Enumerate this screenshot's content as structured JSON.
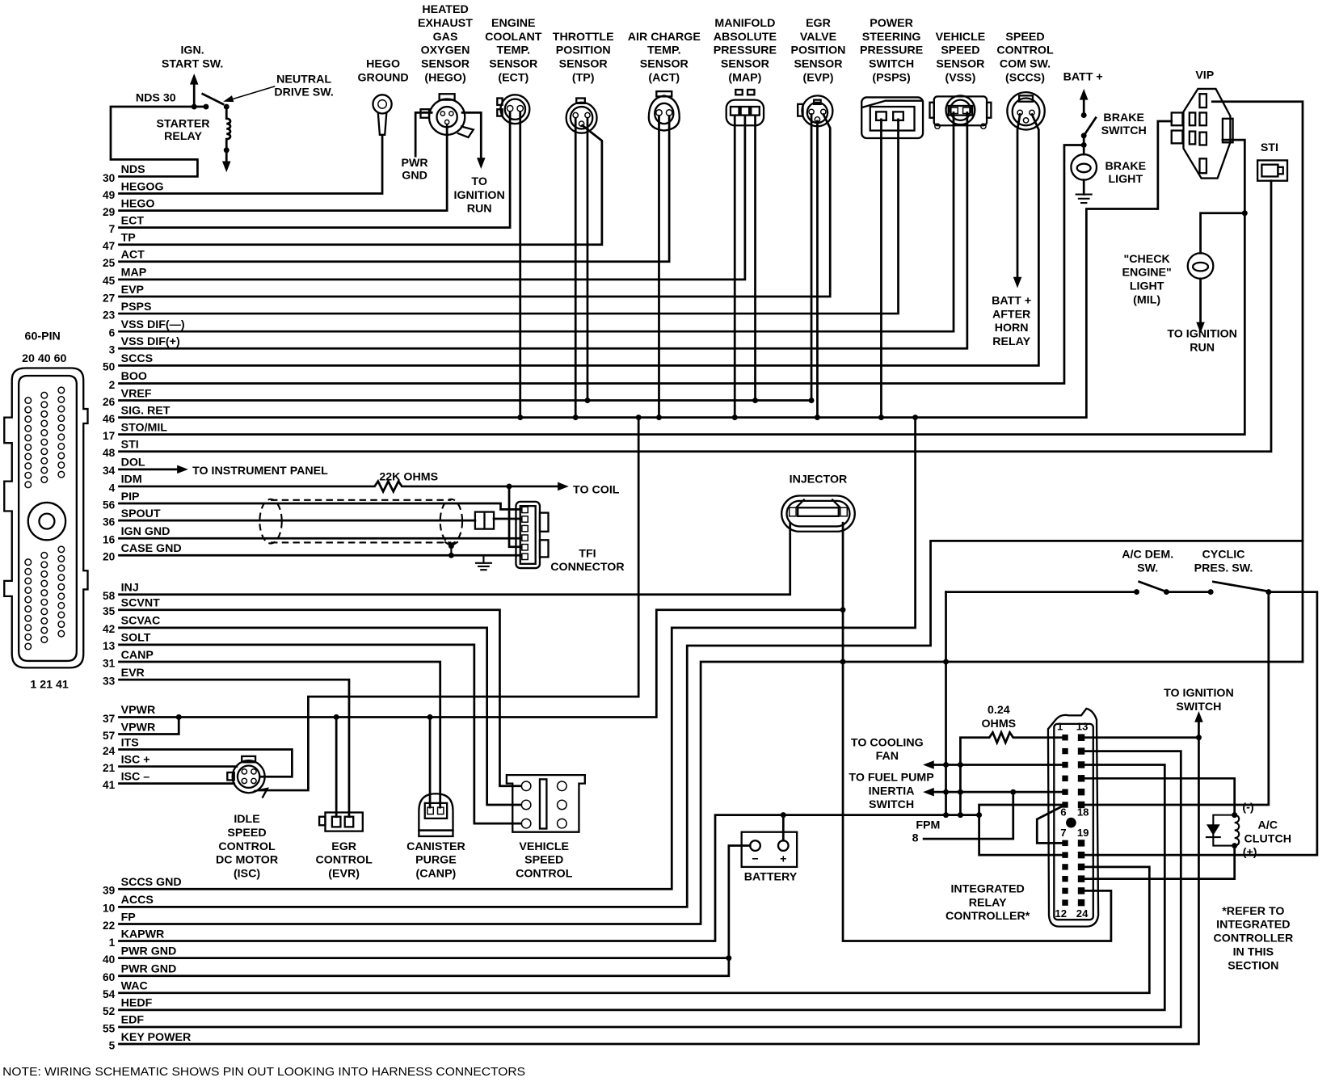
{
  "pins": [
    {
      "pin": "30",
      "name": "NDS"
    },
    {
      "pin": "49",
      "name": "HEGOG"
    },
    {
      "pin": "29",
      "name": "HEGO"
    },
    {
      "pin": "7",
      "name": "ECT"
    },
    {
      "pin": "47",
      "name": "TP"
    },
    {
      "pin": "25",
      "name": "ACT"
    },
    {
      "pin": "45",
      "name": "MAP"
    },
    {
      "pin": "27",
      "name": "EVP"
    },
    {
      "pin": "23",
      "name": "PSPS"
    },
    {
      "pin": "6",
      "name": "VSS DIF(—)"
    },
    {
      "pin": "3",
      "name": "VSS DIF(+)"
    },
    {
      "pin": "50",
      "name": "SCCS"
    },
    {
      "pin": "2",
      "name": "BOO"
    },
    {
      "pin": "26",
      "name": "VREF"
    },
    {
      "pin": "46",
      "name": "SIG. RET"
    },
    {
      "pin": "17",
      "name": "STO/MIL"
    },
    {
      "pin": "48",
      "name": "STI"
    },
    {
      "pin": "34",
      "name": "DOL"
    },
    {
      "pin": "4",
      "name": "IDM"
    },
    {
      "pin": "56",
      "name": "PIP"
    },
    {
      "pin": "36",
      "name": "SPOUT"
    },
    {
      "pin": "16",
      "name": "IGN GND"
    },
    {
      "pin": "20",
      "name": "CASE GND"
    },
    {
      "pin": "58",
      "name": "INJ"
    },
    {
      "pin": "35",
      "name": "SCVNT"
    },
    {
      "pin": "42",
      "name": "SCVAC"
    },
    {
      "pin": "13",
      "name": "SOLT"
    },
    {
      "pin": "31",
      "name": "CANP"
    },
    {
      "pin": "33",
      "name": "EVR"
    },
    {
      "pin": "37",
      "name": "VPWR"
    },
    {
      "pin": "57",
      "name": "VPWR"
    },
    {
      "pin": "24",
      "name": "ITS"
    },
    {
      "pin": "21",
      "name": "ISC +"
    },
    {
      "pin": "41",
      "name": "ISC –"
    },
    {
      "pin": "39",
      "name": "SCCS GND"
    },
    {
      "pin": "10",
      "name": "ACCS"
    },
    {
      "pin": "22",
      "name": "FP"
    },
    {
      "pin": "1",
      "name": "KAPWR"
    },
    {
      "pin": "40",
      "name": "PWR GND"
    },
    {
      "pin": "60",
      "name": "PWR GND"
    },
    {
      "pin": "54",
      "name": "WAC"
    },
    {
      "pin": "52",
      "name": "HEDF"
    },
    {
      "pin": "55",
      "name": "EDF"
    },
    {
      "pin": "5",
      "name": "KEY POWER"
    }
  ],
  "labels": {
    "ign_start_sw": [
      "IGN.",
      "START SW."
    ],
    "neutral_drive_sw": [
      "NEUTRAL",
      "DRIVE SW."
    ],
    "nds_30": [
      "NDS 30"
    ],
    "starter_relay": [
      "STARTER",
      "RELAY"
    ],
    "hego_ground": [
      "HEGO",
      "GROUND"
    ],
    "hego_sensor": [
      "HEATED",
      "EXHAUST",
      "GAS",
      "OXYGEN",
      "SENSOR",
      "(HEGO)"
    ],
    "pwr_gnd": [
      "PWR",
      "GND"
    ],
    "to_ignition_run_hego": [
      "TO",
      "IGNITION",
      "RUN"
    ],
    "ect_sensor": [
      "ENGINE",
      "COOLANT",
      "TEMP.",
      "SENSOR",
      "(ECT)"
    ],
    "tp_sensor": [
      "THROTTLE",
      "POSITION",
      "SENSOR",
      "(TP)"
    ],
    "act_sensor": [
      "AIR CHARGE",
      "TEMP.",
      "SENSOR",
      "(ACT)"
    ],
    "map_sensor": [
      "MANIFOLD",
      "ABSOLUTE",
      "PRESSURE",
      "SENSOR",
      "(MAP)"
    ],
    "evp_sensor": [
      "EGR",
      "VALVE",
      "POSITION",
      "SENSOR",
      "(EVP)"
    ],
    "psps_switch": [
      "POWER",
      "STEERING",
      "PRESSURE",
      "SWITCH",
      "(PSPS)"
    ],
    "vss_sensor": [
      "VEHICLE",
      "SPEED",
      "SENSOR",
      "(VSS)"
    ],
    "sccs_switch": [
      "SPEED",
      "CONTROL",
      "COM SW.",
      "(SCCS)"
    ],
    "batt_plus": [
      "BATT +"
    ],
    "brake_switch": [
      "BRAKE",
      "SWITCH"
    ],
    "brake_light": [
      "BRAKE",
      "LIGHT"
    ],
    "vip": [
      "VIP"
    ],
    "sti": [
      "STI"
    ],
    "check_engine_light": [
      "\"CHECK",
      "ENGINE\"",
      "LIGHT",
      "(MIL)"
    ],
    "to_ignition_run_mil": [
      "TO IGNITION",
      "RUN"
    ],
    "batt_after_horn_relay": [
      "BATT +",
      "AFTER",
      "HORN",
      "RELAY"
    ],
    "ecm_60pin": [
      "60-PIN"
    ],
    "ecm_top_pins": [
      "20  40  60"
    ],
    "ecm_bottom_pins": [
      "1  21  41"
    ],
    "to_instrument_panel": [
      "TO INSTRUMENT PANEL"
    ],
    "resistor_22k": [
      "22K OHMS"
    ],
    "to_coil": [
      "TO COIL"
    ],
    "tfi_connector": [
      "TFI",
      "CONNECTOR"
    ],
    "injector": [
      "INJECTOR"
    ],
    "ac_dem_sw": [
      "A/C DEM.",
      "SW."
    ],
    "cyclic_pres_sw": [
      "CYCLIC",
      "PRES. SW."
    ],
    "to_ignition_switch": [
      "TO IGNITION",
      "SWITCH"
    ],
    "resistor_024": [
      "0.24",
      "OHMS"
    ],
    "to_cooling_fan": [
      "TO COOLING",
      "FAN"
    ],
    "to_fuel_pump": [
      "TO FUEL PUMP",
      "INERTIA",
      "SWITCH"
    ],
    "fpm": [
      "FPM"
    ],
    "fpm_pin": [
      "8"
    ],
    "battery": [
      "BATTERY"
    ],
    "battery_neg": [
      "−"
    ],
    "battery_pos": [
      "+"
    ],
    "integrated_relay_controller": [
      "INTEGRATED",
      "RELAY",
      "CONTROLLER*"
    ],
    "refer_note": [
      "*REFER TO",
      "INTEGRATED",
      "CONTROLLER",
      "IN THIS",
      "SECTION"
    ],
    "ac_clutch": [
      "A/C",
      "CLUTCH"
    ],
    "clutch_neg": [
      "(-)"
    ],
    "clutch_pos": [
      "(+)"
    ],
    "isc_motor": [
      "IDLE",
      "SPEED",
      "CONTROL",
      "DC MOTOR",
      "(ISC)"
    ],
    "egr_control": [
      "EGR",
      "CONTROL",
      "(EVR)"
    ],
    "canister_purge": [
      "CANISTER",
      "PURGE",
      "(CANP)"
    ],
    "vehicle_speed_control": [
      "VEHICLE",
      "SPEED",
      "CONTROL"
    ],
    "irc_pin_1": [
      "1"
    ],
    "irc_pin_13": [
      "13"
    ],
    "irc_pin_6": [
      "6"
    ],
    "irc_pin_18": [
      "18"
    ],
    "irc_pin_7": [
      "7"
    ],
    "irc_pin_19": [
      "19"
    ],
    "irc_pin_12": [
      "12"
    ],
    "irc_pin_24": [
      "24"
    ],
    "note": [
      "NOTE: WIRING SCHEMATIC SHOWS PIN OUT LOOKING INTO HARNESS CONNECTORS"
    ]
  }
}
